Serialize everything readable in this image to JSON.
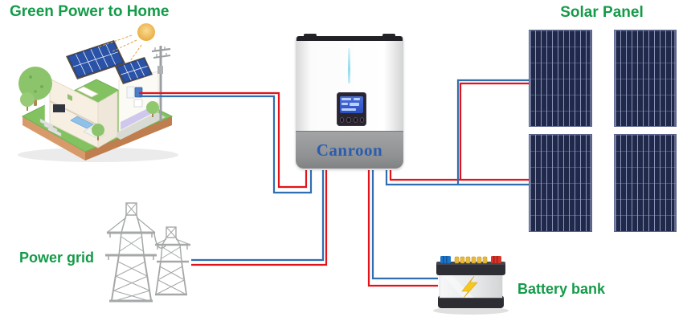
{
  "title": "Green Power to Home",
  "labels": {
    "solar_panel": "Solar Panel",
    "power_grid": "Power grid",
    "battery_bank": "Battery bank"
  },
  "inverter": {
    "brand": "Canroon"
  },
  "colors": {
    "label_green": "#149b49",
    "wire_red": "#e3131b",
    "wire_blue": "#2f6eb0",
    "brand_blue": "#2a5cb0",
    "panel_navy": "#20294a",
    "tower_gray": "#a5a8aa",
    "inverter_gray": "#8e9092",
    "grass_green": "#83c261",
    "soil_brown": "#cd8d5f",
    "battery_accent_yellow": "#e9b93b"
  },
  "illustrations": [
    "home-cutaway-with-rooftop-solar",
    "sun",
    "utility-pole",
    "hybrid-inverter",
    "solar-panel-array-2x2",
    "transmission-towers",
    "car-battery-with-lightning-bolt"
  ],
  "connections": [
    {
      "from": "home",
      "to": "inverter",
      "wires": [
        "red",
        "blue"
      ]
    },
    {
      "from": "inverter",
      "to": "power-grid",
      "wires": [
        "red",
        "blue"
      ]
    },
    {
      "from": "inverter",
      "to": "battery-bank",
      "wires": [
        "red",
        "blue"
      ]
    },
    {
      "from": "inverter",
      "to": "solar-panel-array",
      "wires": [
        "red",
        "blue"
      ]
    }
  ]
}
